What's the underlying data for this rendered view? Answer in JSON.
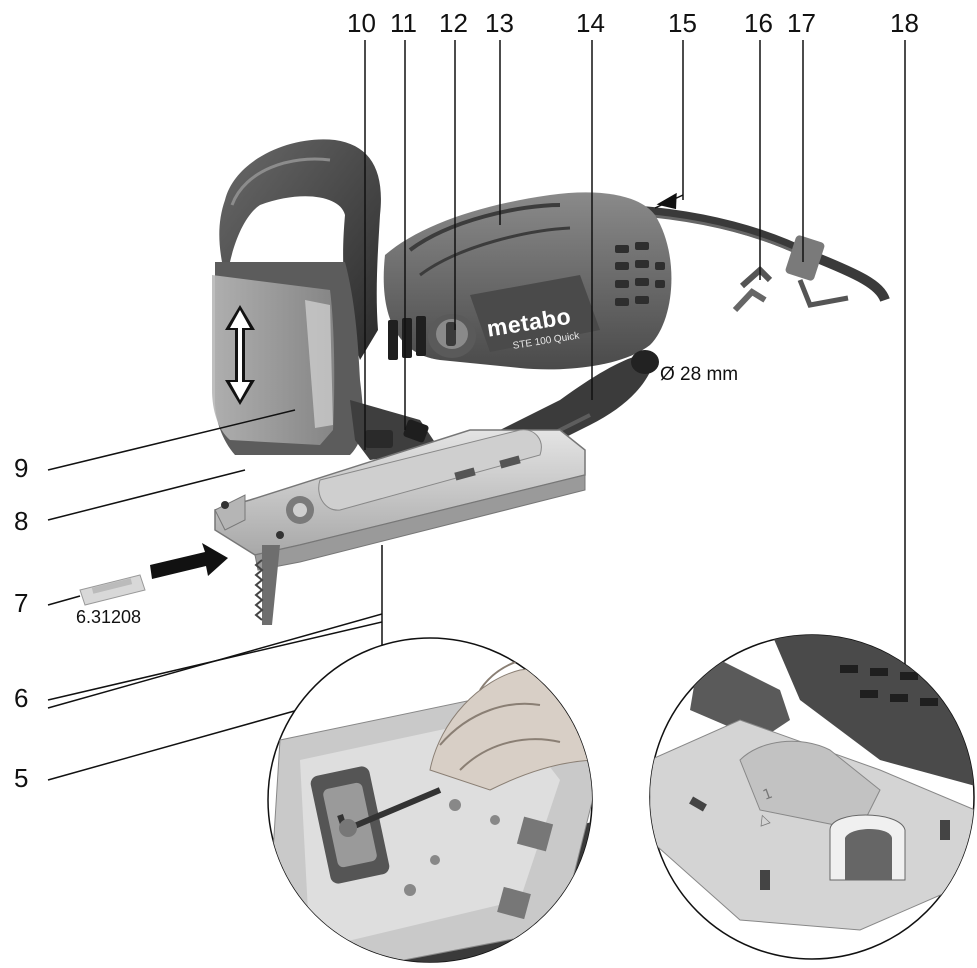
{
  "callouts": {
    "c5": "5",
    "c6": "6",
    "c7": "7",
    "c8": "8",
    "c9": "9",
    "c10": "10",
    "c11": "11",
    "c12": "12",
    "c13": "13",
    "c14": "14",
    "c15": "15",
    "c16": "16",
    "c17": "17",
    "c18": "18"
  },
  "labels": {
    "blade_code": "6.31208",
    "dust_port_diameter": "Ø 28 mm",
    "brand": "metabo",
    "model": "STE 100 Quick"
  }
}
